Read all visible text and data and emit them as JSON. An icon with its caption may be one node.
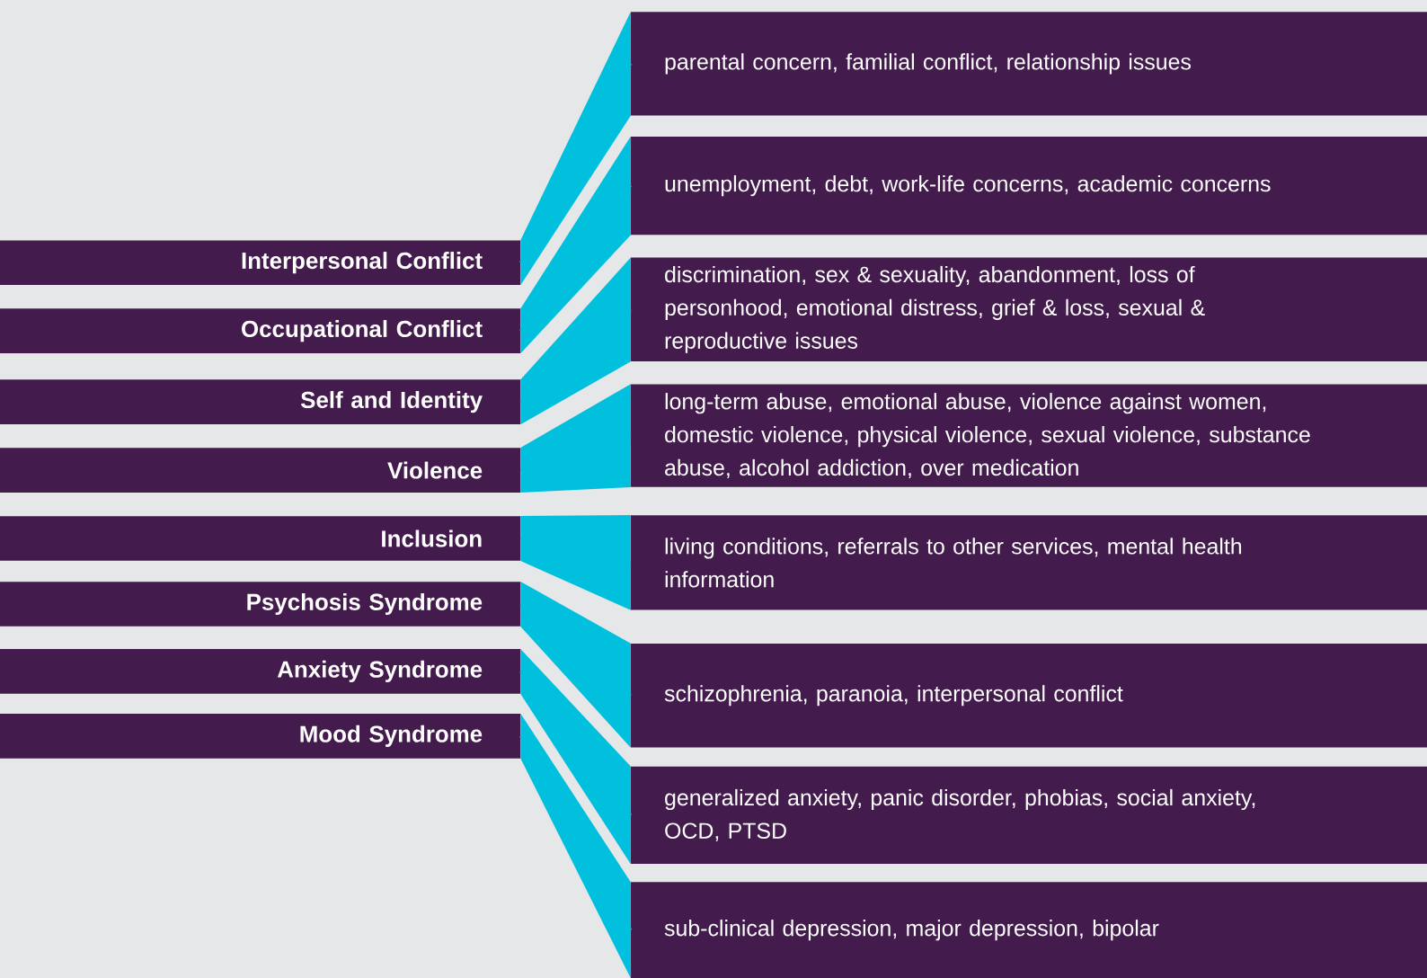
{
  "diagram": {
    "nodes": [
      {
        "text": [
          "Interpersonal Conflict"
        ]
      },
      {
        "text": [
          "Occupational Conflict"
        ]
      },
      {
        "text": [
          "Self and Identity"
        ]
      },
      {
        "text": [
          "Violence"
        ]
      },
      {
        "text": [
          "Inclusion"
        ]
      },
      {
        "text": [
          "Psychosis Syndrome"
        ]
      },
      {
        "text": [
          "Anxiety Syndrome"
        ]
      },
      {
        "text": [
          "Mood Syndrome"
        ]
      },
      {
        "text": [
          "parental concern, familial conflict, relationship issues"
        ]
      },
      {
        "text": [
          "unemployment, debt, work-life concerns, academic concerns"
        ]
      },
      {
        "text": [
          "discrimination, sex & sexuality, abandonment, loss of personhood, emotional distress, grief & loss, sexual & reproductive issues"
        ]
      },
      {
        "text": [
          "long-term abuse, emotional abuse, violence against women, domestic violence, physical violence, sexual violence, substance abuse, alcohol addiction, over medication"
        ]
      },
      {
        "text": [
          "living conditions, referrals to other services, mental health information"
        ]
      },
      {
        "text": [
          "schizophrenia, paranoia, interpersonal conflict"
        ]
      },
      {
        "text": [
          "generalized anxiety, panic disorder, phobias, social anxiety, OCD, PTSD"
        ]
      },
      {
        "text": [
          "sub-clinical depression, major depression, bipolar"
        ]
      }
    ],
    "edges": [
      {
        "from": 0,
        "to": 8,
        "arrow": "none"
      },
      {
        "from": 1,
        "to": 9,
        "arrow": "none"
      },
      {
        "from": 2,
        "to": 10,
        "arrow": "none"
      },
      {
        "from": 3,
        "to": 11,
        "arrow": "none"
      },
      {
        "from": 4,
        "to": 12,
        "arrow": "none"
      },
      {
        "from": 5,
        "to": 13,
        "arrow": "none"
      },
      {
        "from": 6,
        "to": 14,
        "arrow": "none"
      },
      {
        "from": 7,
        "to": 15,
        "arrow": "none"
      }
    ]
  }
}
